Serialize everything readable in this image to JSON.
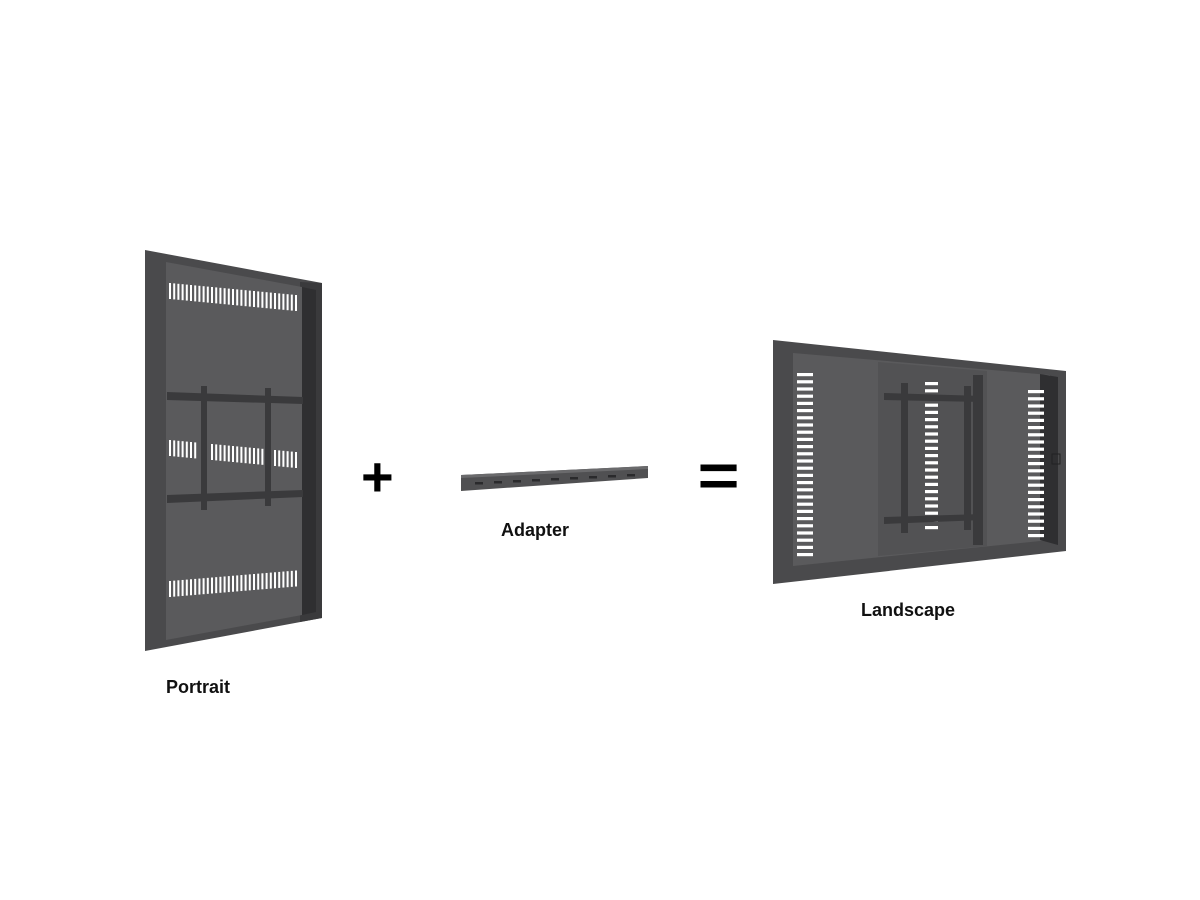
{
  "labels": {
    "portrait": "Portrait",
    "adapter": "Adapter",
    "landscape": "Landscape"
  },
  "operators": {
    "plus": "+",
    "equals": "="
  },
  "colors": {
    "frame": "#4a4a4c",
    "panel": "#5a5a5c",
    "frame_dark": "#2f2f31",
    "vent": "#ffffff",
    "bracket": "#3a3a3c"
  }
}
